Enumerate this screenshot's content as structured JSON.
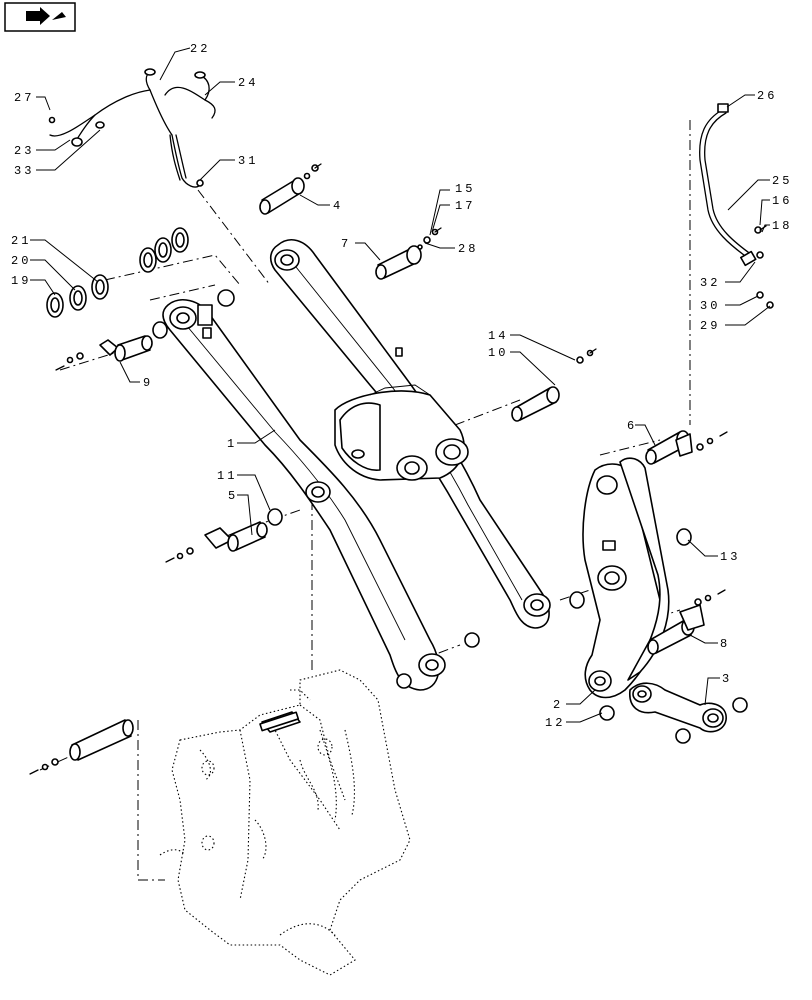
{
  "nav": {
    "icon": "next-page-arrow-icon"
  },
  "labels": {
    "l1": "1",
    "l2": "2",
    "l3": "3",
    "l4": "4",
    "l5": "5",
    "l6": "6",
    "l7": "7",
    "l8": "8",
    "l9": "9",
    "l10": "10",
    "l11": "11",
    "l12": "12",
    "l13": "13",
    "l14": "14",
    "l15": "15",
    "l16": "16",
    "l17": "17",
    "l18": "18",
    "l19": "19",
    "l20": "20",
    "l21": "21",
    "l22": "22",
    "l23": "23",
    "l24": "24",
    "l25": "25",
    "l26": "26",
    "l27": "27",
    "l28": "28",
    "l29": "29",
    "l30": "30",
    "l31": "31",
    "l32": "32",
    "l33": "33"
  }
}
